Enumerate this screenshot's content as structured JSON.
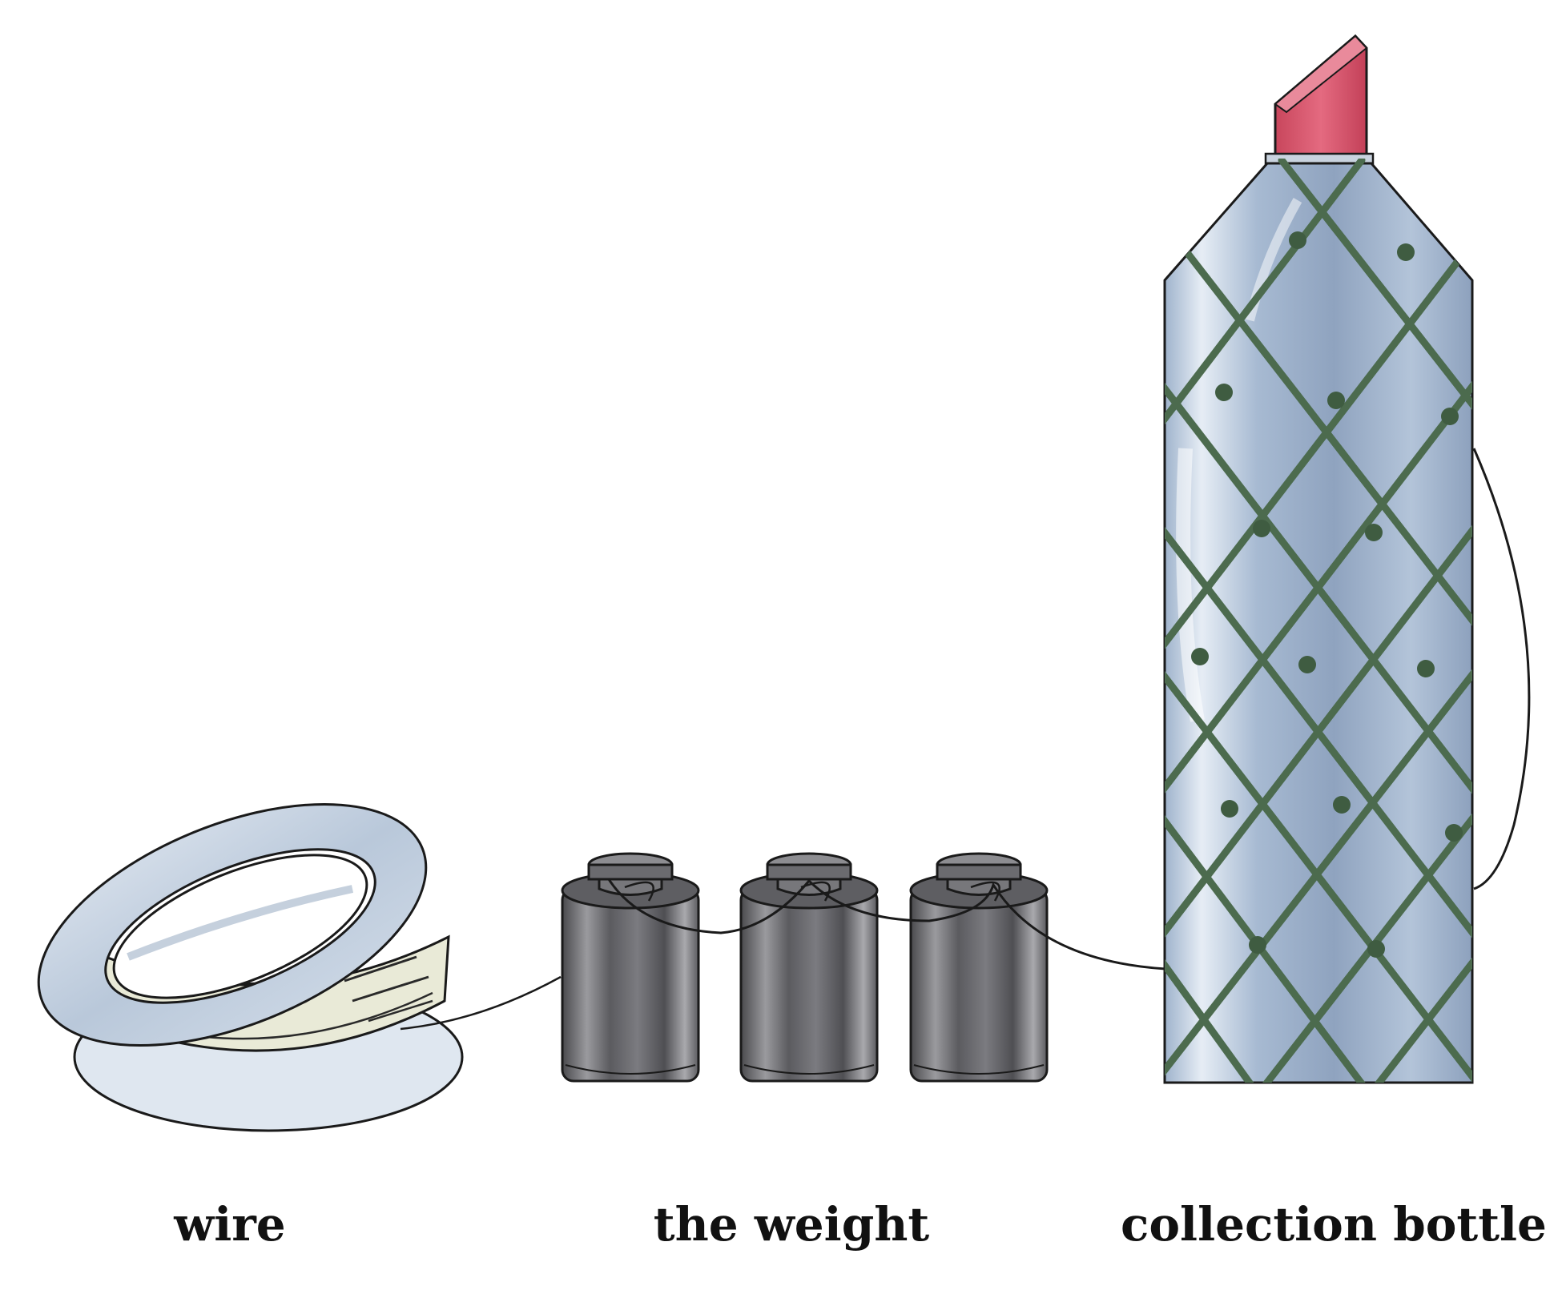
{
  "labels": {
    "wire": "wire",
    "weight": "the weight",
    "bottle": "collection bottle"
  },
  "colors": {
    "background": "#ffffff",
    "outline": "#1a1a1a",
    "bottle_body": "#a9bcd2",
    "bottle_cap": "#d8556b",
    "net": "#4c6b4e",
    "weight_metal": "#6f6f72",
    "spool_rim": "#c7d4e3",
    "spool_wire": "#e9ead7"
  },
  "icons": {
    "spool": "wire-spool-icon",
    "weight": "cylinder-weight-icon",
    "bottle": "netted-collection-bottle-icon"
  }
}
